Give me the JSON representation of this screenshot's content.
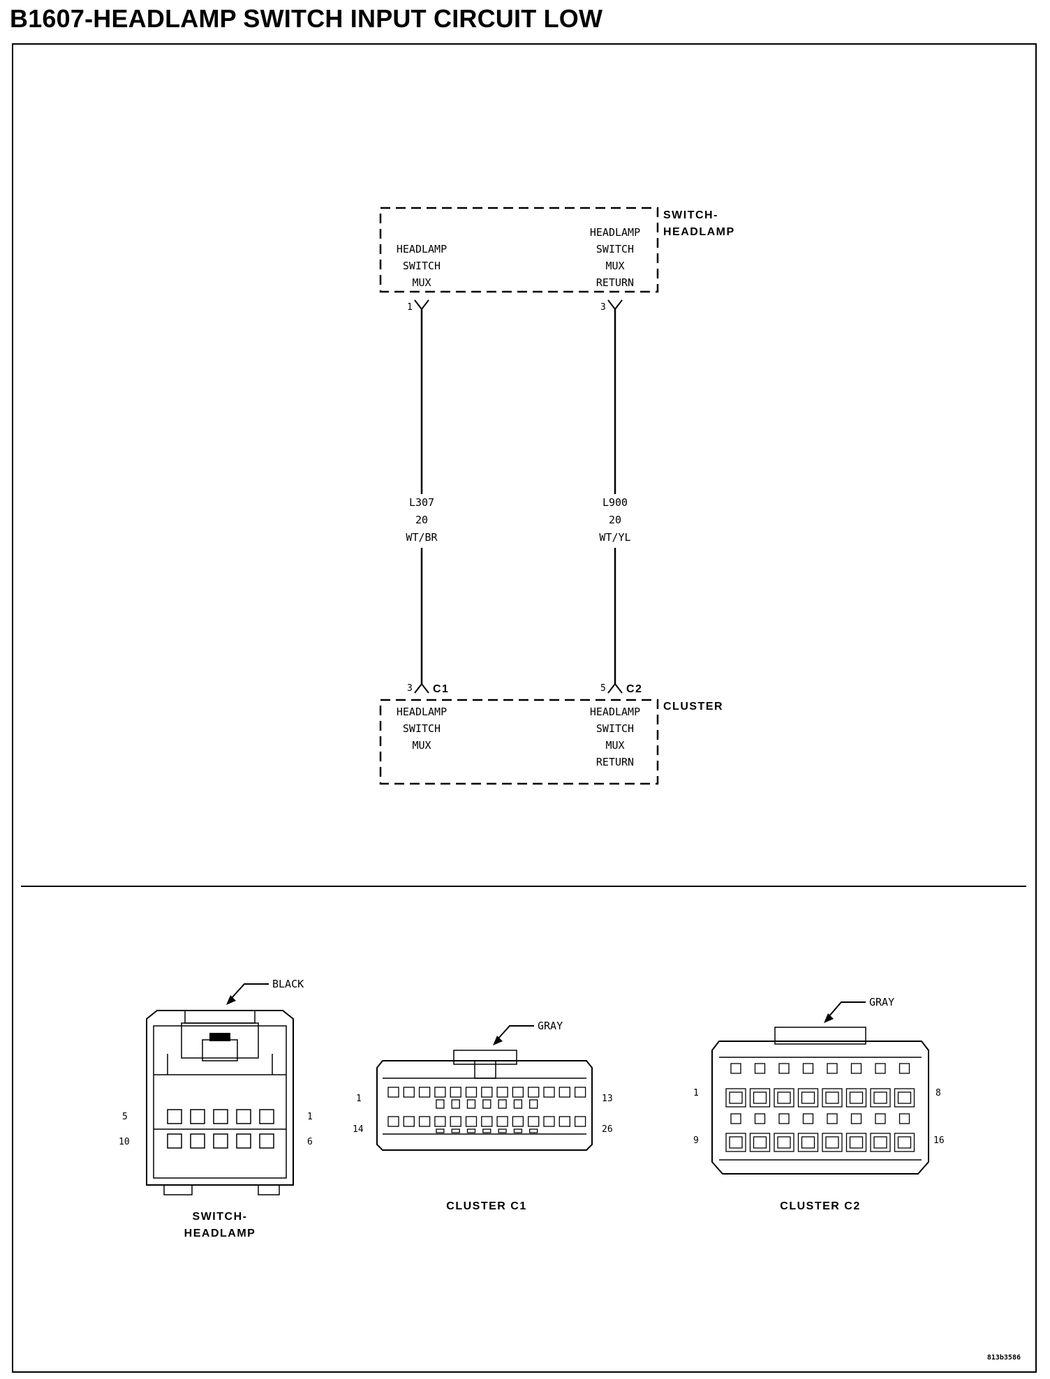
{
  "title": "B1607-HEADLAMP SWITCH INPUT CIRCUIT LOW",
  "switch_headlamp": {
    "name_line1": "SWITCH-",
    "name_line2": "HEADLAMP",
    "left_terminal": [
      "HEADLAMP",
      "SWITCH",
      "MUX"
    ],
    "right_terminal": [
      "HEADLAMP",
      "SWITCH",
      "MUX",
      "RETURN"
    ],
    "left_pin": "1",
    "right_pin": "3"
  },
  "wires": [
    {
      "circuit": "L307",
      "gauge": "20",
      "color": "WT/BR"
    },
    {
      "circuit": "L900",
      "gauge": "20",
      "color": "WT/YL"
    }
  ],
  "cluster": {
    "name": "CLUSTER",
    "left_pin": "3",
    "left_connector": "C1",
    "right_pin": "5",
    "right_connector": "C2",
    "left_terminal": [
      "HEADLAMP",
      "SWITCH",
      "MUX"
    ],
    "right_terminal": [
      "HEADLAMP",
      "SWITCH",
      "MUX",
      "RETURN"
    ]
  },
  "connector_views": {
    "switch_headlamp": {
      "color_label": "BLACK",
      "pins_top_left": "5",
      "pins_top_right": "1",
      "pins_bottom_left": "10",
      "pins_bottom_right": "6",
      "caption_line1": "SWITCH-",
      "caption_line2": "HEADLAMP"
    },
    "cluster_c1": {
      "color_label": "GRAY",
      "pins_top_left": "1",
      "pins_top_right": "13",
      "pins_bottom_left": "14",
      "pins_bottom_right": "26",
      "caption": "CLUSTER C1"
    },
    "cluster_c2": {
      "color_label": "GRAY",
      "pins_top_left": "1",
      "pins_top_right": "8",
      "pins_bottom_left": "9",
      "pins_bottom_right": "16",
      "caption": "CLUSTER C2"
    }
  },
  "figure_code": "813b3586"
}
